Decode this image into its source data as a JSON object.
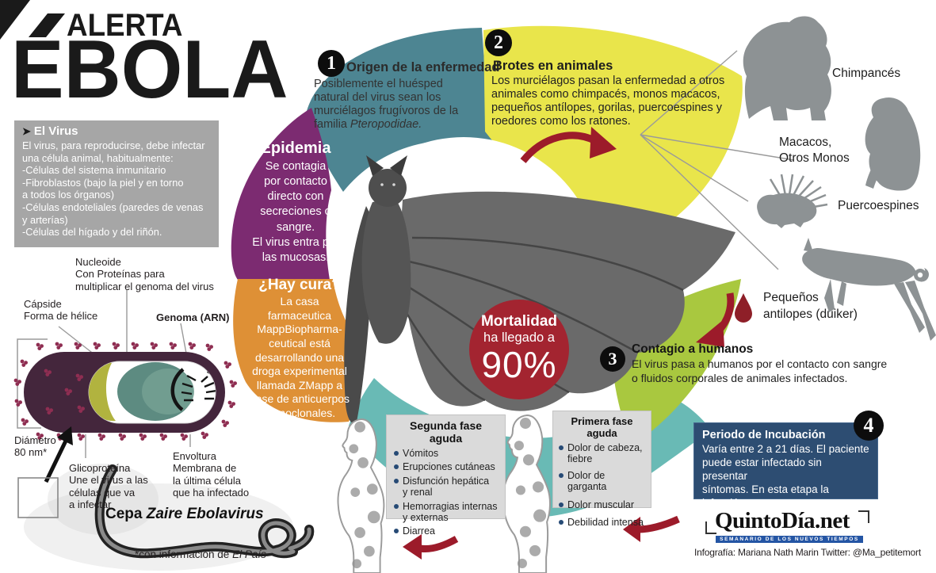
{
  "header": {
    "alert_label": "ALERTA",
    "disease": "ÉBOLA"
  },
  "virus_box": {
    "icon": "➤",
    "title": "El Virus",
    "body": "El virus, para reproducirse, debe infectar\nuna célula animal, habitualmente:\n-Células del sistema inmunitario\n-Fibroblastos (bajo la piel y en torno\na todos los órganos)\n-Células endoteliales (paredes de venas\ny arterías)\n-Células del hígado y del riñón."
  },
  "virus_diagram": {
    "nucleoide": "Nucleoide\nCon Proteínas para\nmultiplicar el genoma del virus",
    "capside": "Cápside\nForma de hélice",
    "genoma": "Genoma (ARN)",
    "diametro": "Diámetro\n80 nm*",
    "glicoproteina": "Glicoproteína\nUne el virus a las\ncélulas que va\na infectar",
    "envoltura": "Envoltura\nMembrana de\nla última célula\nque ha infectado",
    "cepa_label": "Cepa",
    "cepa_strain": " Zaire Ebolavirus",
    "footnote_prefix": "*con información de",
    "footnote_source": " El País"
  },
  "ring": {
    "origen": {
      "number": "1",
      "title": "Origen de la enfermedad",
      "body": "Posiblemente el huésped\nnatural del virus sean los\nmurciélagos frugívoros de la\nfamilia",
      "body_italic": " Pteropodidae."
    },
    "brotes": {
      "number": "2",
      "title": "Brotes en animales",
      "body": "Los murciélagos pasan la enfermedad a otros\nanimales como chimpacés, monos macacos,\npequeños antílopes, gorilas, puercoespines y\nroedores como los ratones."
    },
    "epidemia": {
      "title": "Epidemia",
      "body": "Se contagia\npor contacto\ndirecto con\nsecreciones o\nsangre.\nEl virus entra por\nlas mucosas."
    },
    "cura": {
      "title": "¿Hay cura?",
      "body": "La casa\nfarmaceutica\nMappBiopharma-\nceutical está\ndesarrollando una\ndroga experimental\nllamada ZMapp a\nbase de anticuerpos\nmonoclonales."
    },
    "mortalidad": {
      "line1": "Mortalidad",
      "line2": "ha llegado a",
      "value": "90%"
    },
    "contagio": {
      "number": "3",
      "title": "Contagio a humanos",
      "body": "El virus pasa a humanos por el contacto con sangre\no fluidos corporales de animales infectados."
    },
    "incubacion": {
      "number": "4",
      "title": "Periodo de Incubación",
      "body": "Varía entre 2 a 21 días. El paciente\npuede estar infectado sin presentar\nsíntomas. En esta etapa la infección\nno es contagiosa."
    }
  },
  "animals": {
    "chimpanzee": "Chimpancés",
    "macaques": "Macacos,\nOtros Monos",
    "porcupines": "Puercoespines",
    "antelopes": "Pequeños\nantilopes (duiker)"
  },
  "phases": {
    "second": {
      "title": "Segunda fase aguda",
      "items": [
        "Vómitos",
        "Erupciones cutáneas",
        "Disfunción hepática\ny renal",
        "Hemorragias internas\ny externas",
        "Diarrea"
      ]
    },
    "first": {
      "title": "Primera fase aguda",
      "items": [
        "Dolor de cabeza,\nfiebre",
        "Dolor de garganta",
        "Dolor muscular",
        "Debilidad intensa"
      ]
    }
  },
  "footer": {
    "logo": "QuintoDía.net",
    "logo_tagline": "SEMANARIO DE LOS NUEVOS TIEMPOS",
    "credit": "Infografía: Mariana Nath Marin Twitter: @Ma_petitemort"
  },
  "colors": {
    "teal": "#4d8592",
    "yellow": "#e9e54b",
    "purple": "#7c2b71",
    "orange": "#de9036",
    "green": "#a9c83f",
    "light_teal": "#69bab5",
    "red_circle": "#a32430",
    "dark_red": "#9c1b2a",
    "dark_blue_box": "#2d4d72",
    "gray_box": "#a6a6a6"
  }
}
